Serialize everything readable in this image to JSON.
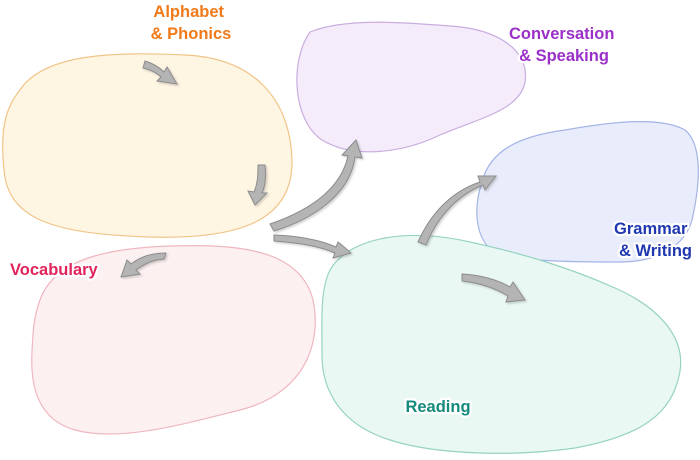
{
  "topics": {
    "alphabet": {
      "line1": "Alphabet",
      "line2": "& Phonics",
      "fill": "#fff5e3",
      "stroke": "#f0c488",
      "text_color": "#f07a19"
    },
    "conversation": {
      "line1": "Conversation",
      "line2": "& Speaking",
      "fill": "#f4ecfb",
      "stroke": "#c9addf",
      "text_color": "#9b30c9"
    },
    "grammar": {
      "line1": "Grammar",
      "line2": "& Writing",
      "fill": "#e9edfb",
      "stroke": "#a4b4e6",
      "text_color": "#1f37b0"
    },
    "vocabulary": {
      "line1": "Vocabulary",
      "fill": "#fdf0f1",
      "stroke": "#efb7bf",
      "text_color": "#e0245a"
    },
    "reading": {
      "line1": "Reading",
      "fill": "#eaf8f4",
      "stroke": "#97d3c1",
      "text_color": "#178a7e"
    }
  },
  "arrow_color": "#b4b4b4"
}
